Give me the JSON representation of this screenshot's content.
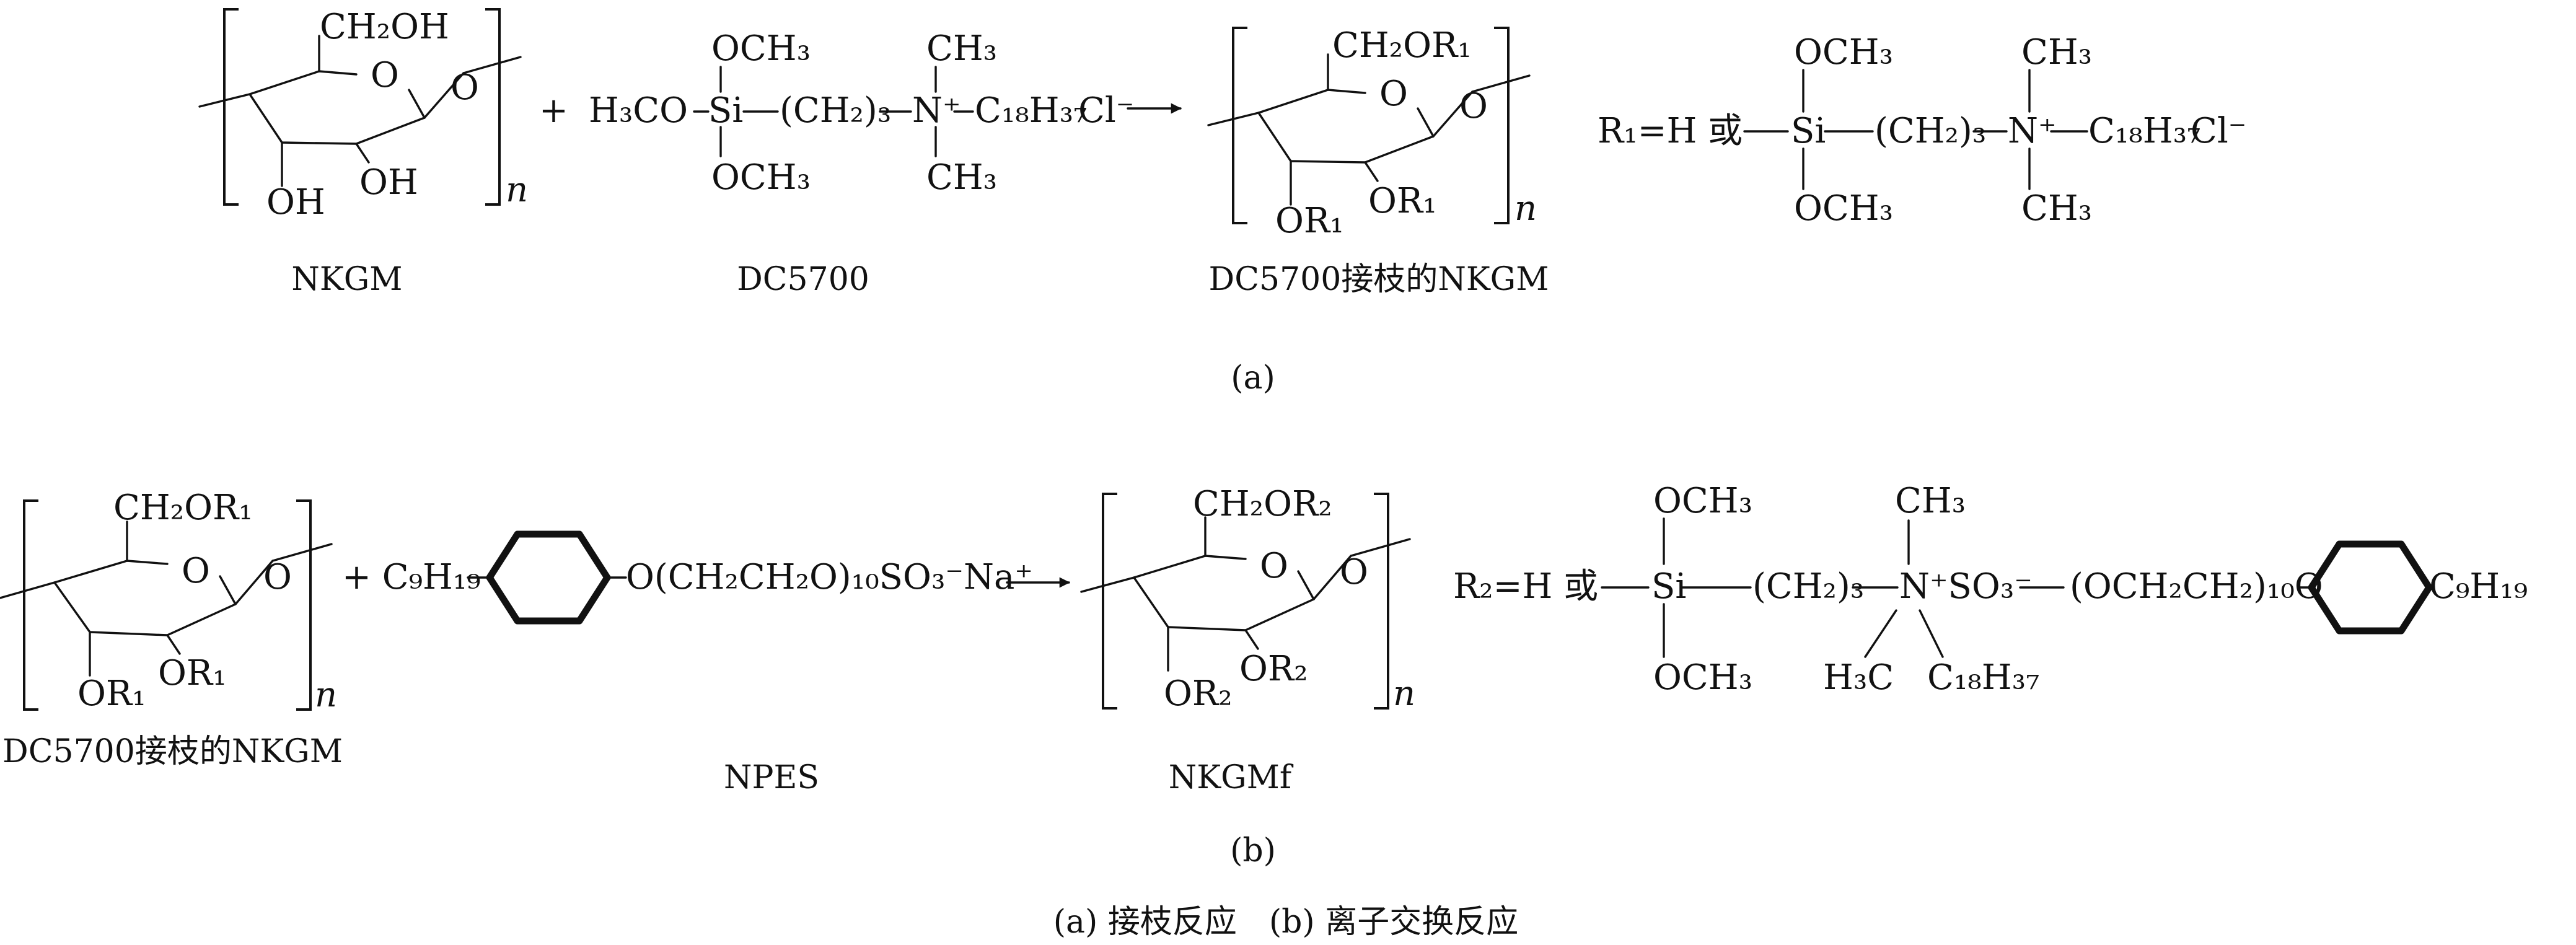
{
  "panel_a": {
    "reactant1": {
      "label": "NKGM",
      "ch2oh": "CH₂OH",
      "ring_o": "O",
      "link_o": "O",
      "oh3": "OH",
      "oh2": "OH",
      "n": "n"
    },
    "plus": "+",
    "reactant2": {
      "label": "DC5700",
      "och3_top": "OCH₃",
      "och3_bot": "OCH₃",
      "h3co": "H₃CO",
      "si": "Si",
      "ch2_3": "(CH₂)₃",
      "n_plus": "N⁺",
      "ch3_top": "CH₃",
      "ch3_bot": "CH₃",
      "c18h37": "C₁₈H₃₇",
      "cl": "Cl⁻"
    },
    "product": {
      "label": "DC5700接枝的NKGM",
      "ch2or": "CH₂OR₁",
      "ring_o": "O",
      "link_o": "O",
      "or3": "OR₁",
      "or2": "OR₁",
      "n": "n"
    },
    "r_def": {
      "prefix": "R₁=H 或",
      "si": "Si",
      "och3_top": "OCH₃",
      "och3_bot": "OCH₃",
      "ch2_3": "(CH₂)₃",
      "n_plus": "N⁺",
      "ch3_top": "CH₃",
      "ch3_bot": "CH₃",
      "c18h37": "C₁₈H₃₇",
      "cl": "Cl⁻"
    },
    "caption": "(a)"
  },
  "panel_b": {
    "reactant1": {
      "label": "DC5700接枝的NKGM",
      "ch2or": "CH₂OR₁",
      "ring_o": "O",
      "link_o": "O",
      "or3": "OR₁",
      "or2": "OR₁",
      "n": "n"
    },
    "plus_c9": "+ C₉H₁₉",
    "reactant2": {
      "label": "NPES",
      "chain": "O(CH₂CH₂O)₁₀SO₃⁻Na⁺"
    },
    "product": {
      "label": "NKGMf",
      "ch2or": "CH₂OR₂",
      "ring_o": "O",
      "link_o": "O",
      "or3": "OR₂",
      "or2": "OR₂",
      "n": "n"
    },
    "r_def": {
      "prefix": "R₂=H 或",
      "si": "Si",
      "och3_top": "OCH₃",
      "och3_bot": "OCH₃",
      "ch2_3": "(CH₂)₃",
      "n_plus": "N⁺SO₃⁻",
      "ch3_top": "CH₃",
      "h3c": "H₃C",
      "c18h37": "C₁₈H₃₇",
      "peg": "(OCH₂CH₂)₁₀O",
      "c9h19": "C₉H₁₉"
    },
    "caption": "(b)"
  },
  "caption_line": "(a) 接枝反应　(b) 离子交换反应"
}
